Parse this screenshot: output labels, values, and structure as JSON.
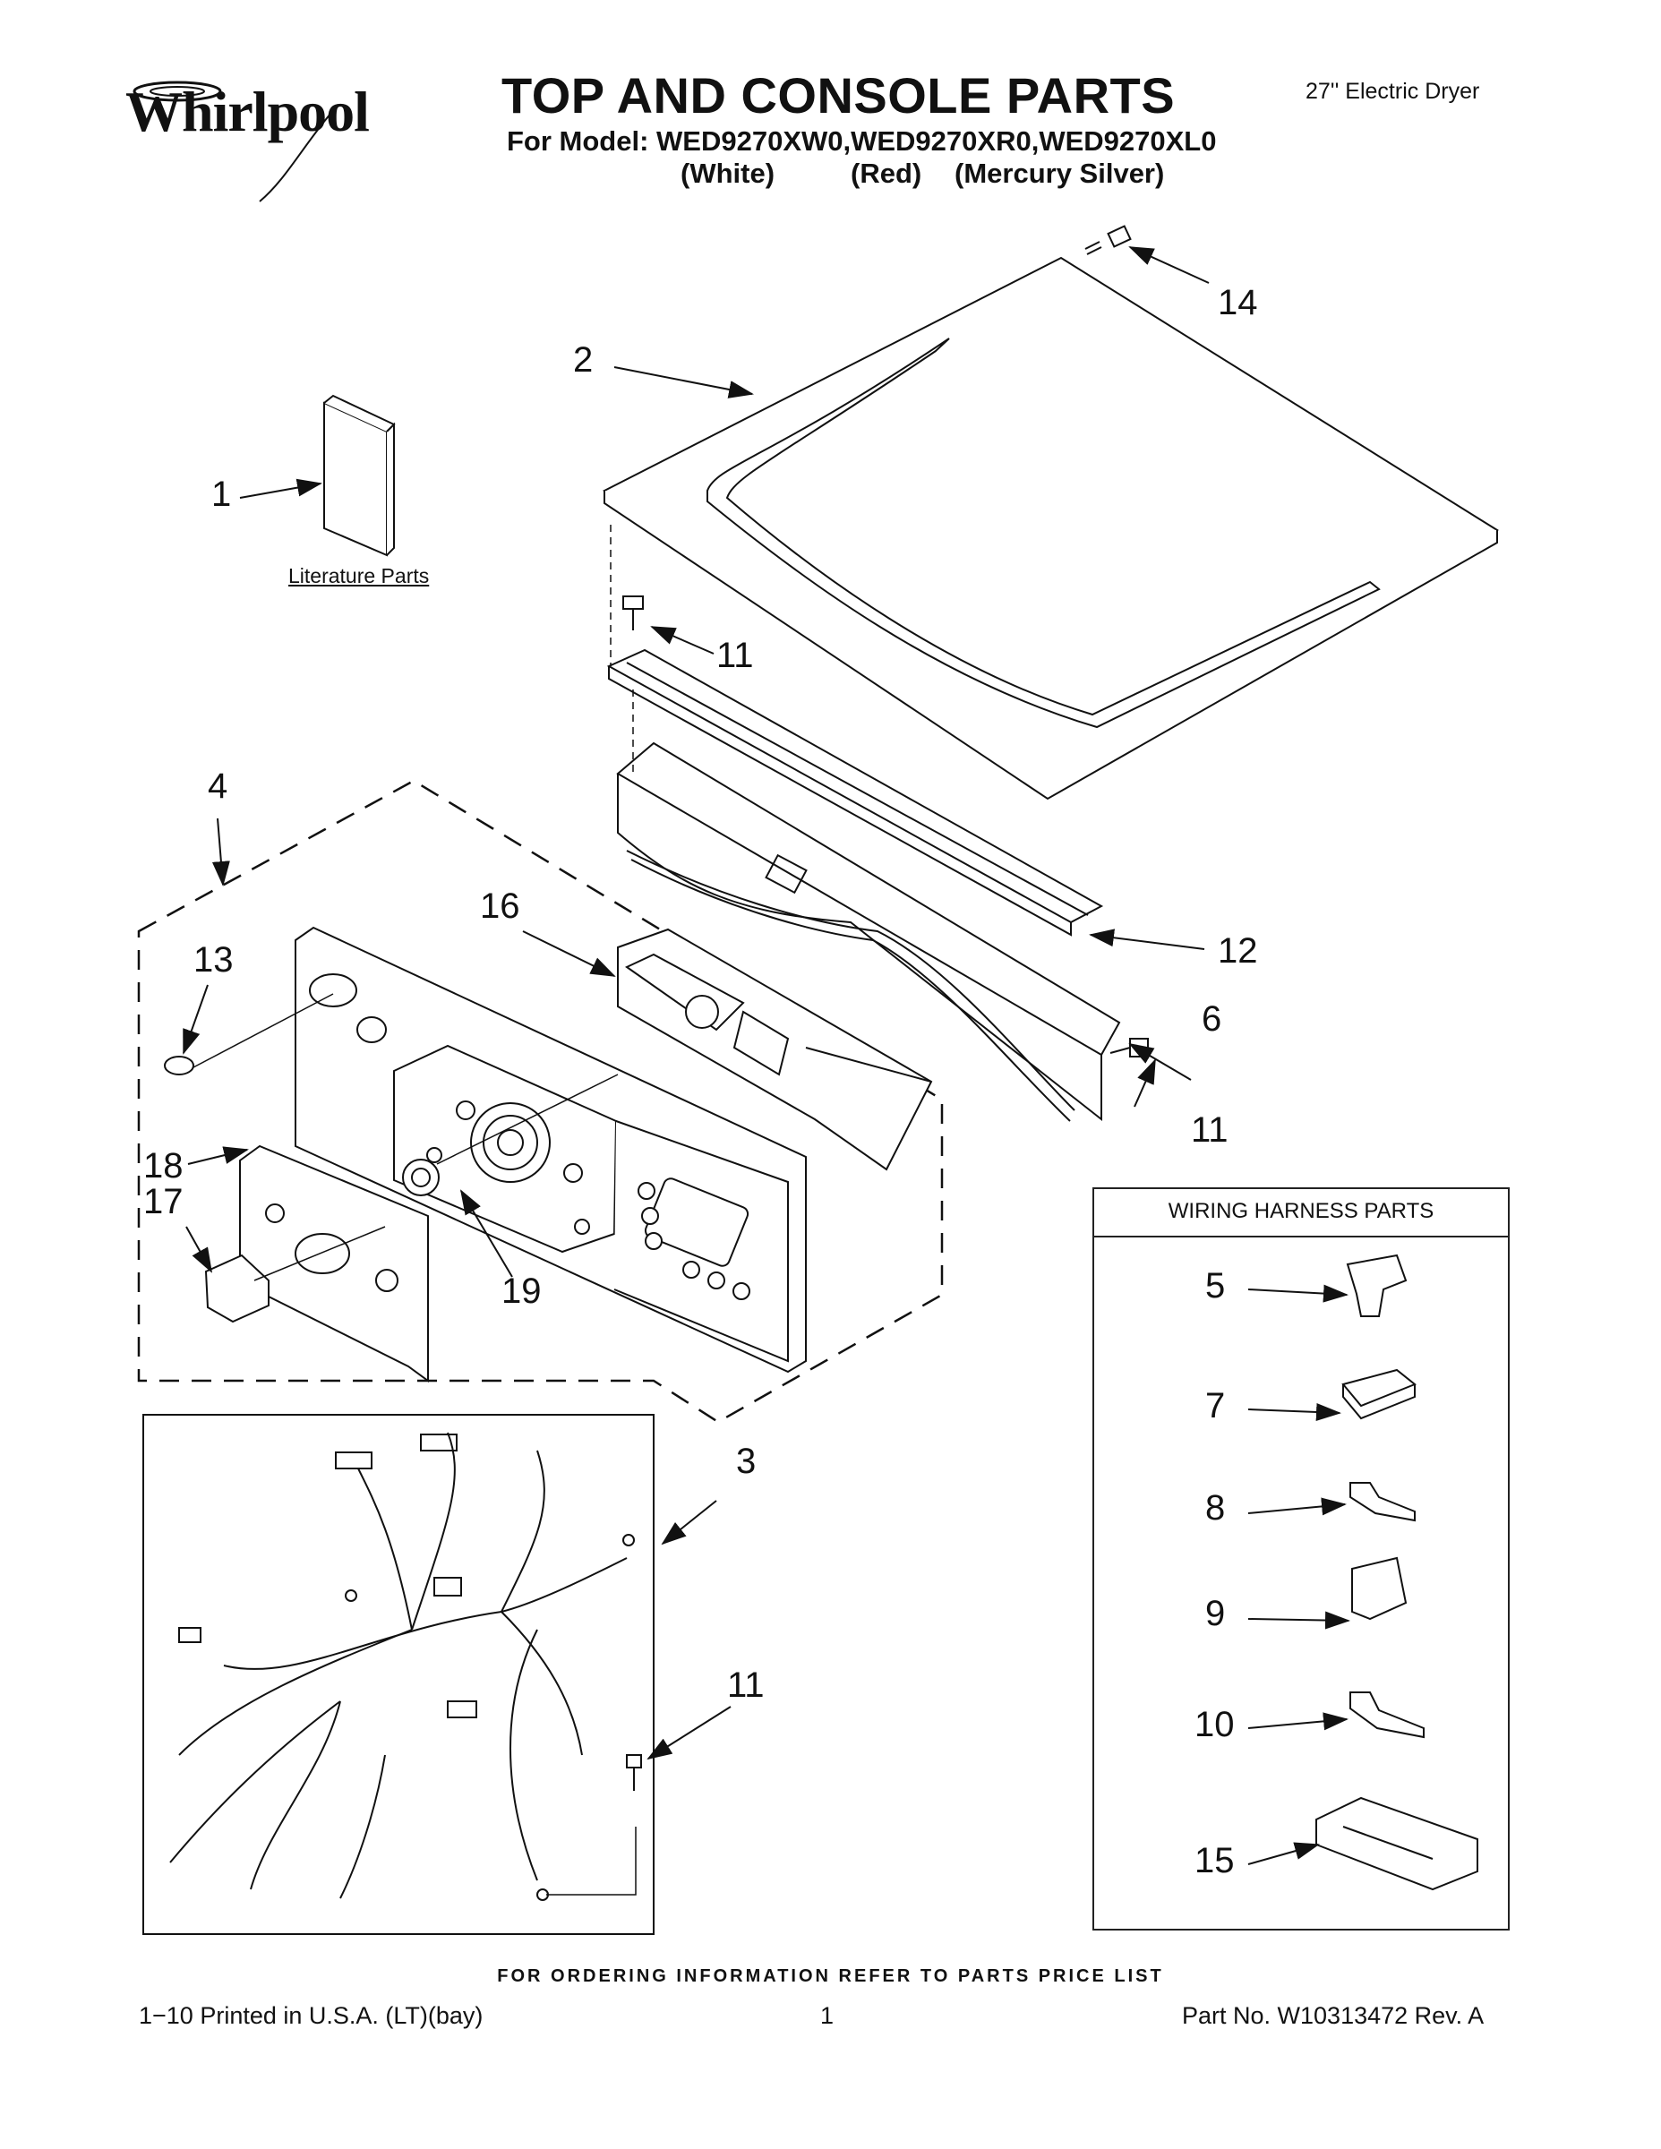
{
  "header": {
    "brand": "Whirlpool",
    "title": "TOP AND CONSOLE PARTS",
    "model_line": "For Model: WED9270XW0,WED9270XR0,WED9270XL0",
    "colors": [
      "(White)",
      "(Red)",
      "(Mercury Silver)"
    ],
    "product": "27'' Electric Dryer"
  },
  "literature_label": "Literature Parts",
  "callouts": {
    "n1": "1",
    "n2": "2",
    "n3": "3",
    "n4": "4",
    "n6": "6",
    "n11a": "11",
    "n11b": "11",
    "n11c": "11",
    "n12": "12",
    "n13": "13",
    "n14": "14",
    "n16": "16",
    "n17": "17",
    "n18": "18",
    "n19": "19"
  },
  "wiring_harness": {
    "heading": "WIRING HARNESS PARTS",
    "items": [
      "5",
      "7",
      "8",
      "9",
      "10",
      "15"
    ]
  },
  "footer": {
    "ordering_note": "FOR ORDERING INFORMATION REFER TO PARTS PRICE LIST",
    "printed": "1−10 Printed in U.S.A. (LT)(bay)",
    "page": "1",
    "part_no": "Part No. W10313472 Rev. A"
  }
}
